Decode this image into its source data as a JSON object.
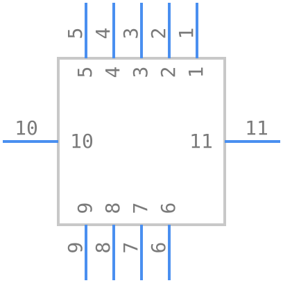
{
  "colors": {
    "pin": "#4a8ff0",
    "body_outline": "#c8c8c8",
    "text": "#7a7a7a",
    "background": "#ffffff"
  },
  "pins": {
    "top": [
      {
        "outer_label": "5",
        "inner_label": "5"
      },
      {
        "outer_label": "4",
        "inner_label": "4"
      },
      {
        "outer_label": "3",
        "inner_label": "3"
      },
      {
        "outer_label": "2",
        "inner_label": "2"
      },
      {
        "outer_label": "1",
        "inner_label": "1"
      }
    ],
    "left": [
      {
        "outer_label": "10",
        "inner_label": "10"
      }
    ],
    "right": [
      {
        "outer_label": "11",
        "inner_label": "11"
      }
    ],
    "bottom": [
      {
        "outer_label": "9",
        "inner_label": "9"
      },
      {
        "outer_label": "8",
        "inner_label": "8"
      },
      {
        "outer_label": "7",
        "inner_label": "7"
      },
      {
        "outer_label": "6",
        "inner_label": "6"
      }
    ]
  }
}
